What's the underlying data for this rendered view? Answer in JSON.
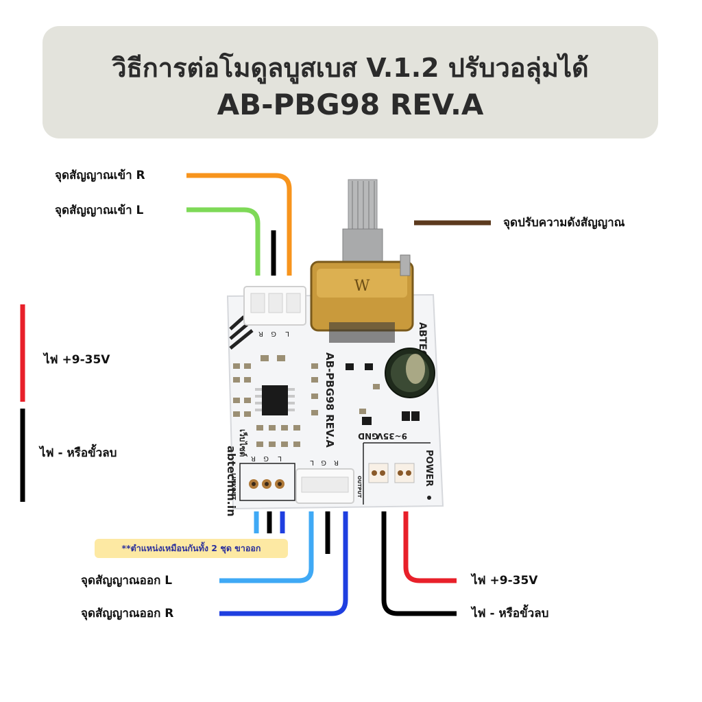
{
  "title": {
    "line1": "วิธีการต่อโมดูลบูสเบส  V.1.2 ปรับวอลุ่มได้",
    "line2": "AB-PBG98 REV.A"
  },
  "labels": {
    "input_r": "จุดสัญญาณเข้า R",
    "input_l": "จุดสัญญาณเข้า L",
    "volume": "จุดปรับความดังสัญญาณ",
    "power_pos_left": "ไฟ +9-35V",
    "power_neg_left": "ไฟ - หรือขั้วลบ",
    "note": "**ตำแหน่งเหมือนกันทั้ง 2 ชุด ขาออก",
    "output_l": "จุดสัญญาณออก L",
    "output_r": "จุดสัญญาณออก R",
    "power_pos_right": "ไฟ +9-35V",
    "power_neg_right": "ไฟ - หรือขั้วลบ"
  },
  "board": {
    "brand": "ABTEC",
    "model": "AB-PBG98 REV.A",
    "website": "abtechth.in",
    "logo_text": "เว็บไซต์",
    "pins_input": [
      "R",
      "G",
      "L"
    ],
    "pins_linkout": [
      "R",
      "G",
      "L"
    ],
    "pins_output": [
      "L",
      "G",
      "R"
    ],
    "linkout_label": "LINKOUT",
    "output_label": "OUTPUT",
    "gnd_label": "GND",
    "voltage_label": "9~35V",
    "power_label": "POWER"
  },
  "colors": {
    "wire_input_r": "#f7941d",
    "wire_input_l": "#7ed957",
    "wire_ground": "#000000",
    "wire_volume": "#5c3a1e",
    "wire_power_pos": "#e8202a",
    "wire_output_l": "#3fa9f5",
    "wire_output_r": "#1f3fe0"
  }
}
